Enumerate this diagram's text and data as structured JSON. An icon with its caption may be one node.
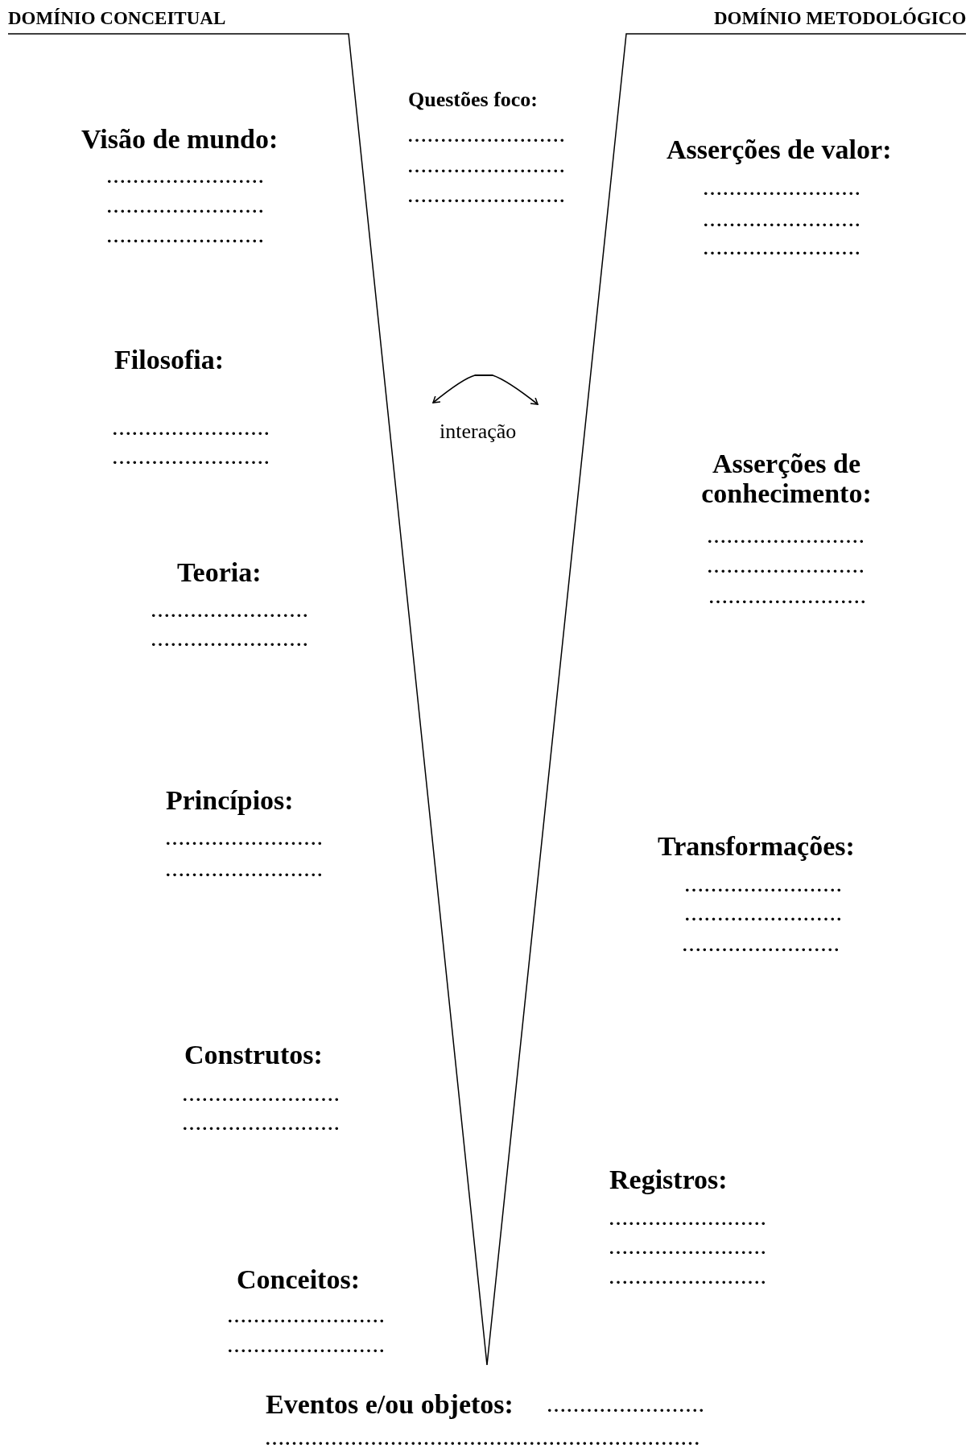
{
  "diagram": {
    "labels": [
      "DOMÍNIO CONCEITUAL",
      "DOMÍNIO METODOLÓGICO",
      "Questões foco:",
      "........................",
      "........................",
      "........................",
      "Visão de mundo:",
      "........................",
      "........................",
      "........................",
      "Asserções de valor:",
      "........................",
      "........................",
      "........................",
      "Filosofia:",
      "........................",
      "........................",
      "interação",
      "Asserções de conhecimento:",
      "........................",
      "........................",
      "........................",
      "Teoria:",
      "........................",
      "........................",
      "Princípios:",
      "........................",
      "........................",
      "Transformações:",
      "........................",
      "........................",
      "........................",
      "Construtos:",
      "........................",
      "........................",
      "Registros:",
      "........................",
      "........................",
      "........................",
      "Conceitos:",
      "........................",
      "........................",
      "Eventos e/ou objetos:",
      "........................",
      ".................................................................."
    ]
  }
}
